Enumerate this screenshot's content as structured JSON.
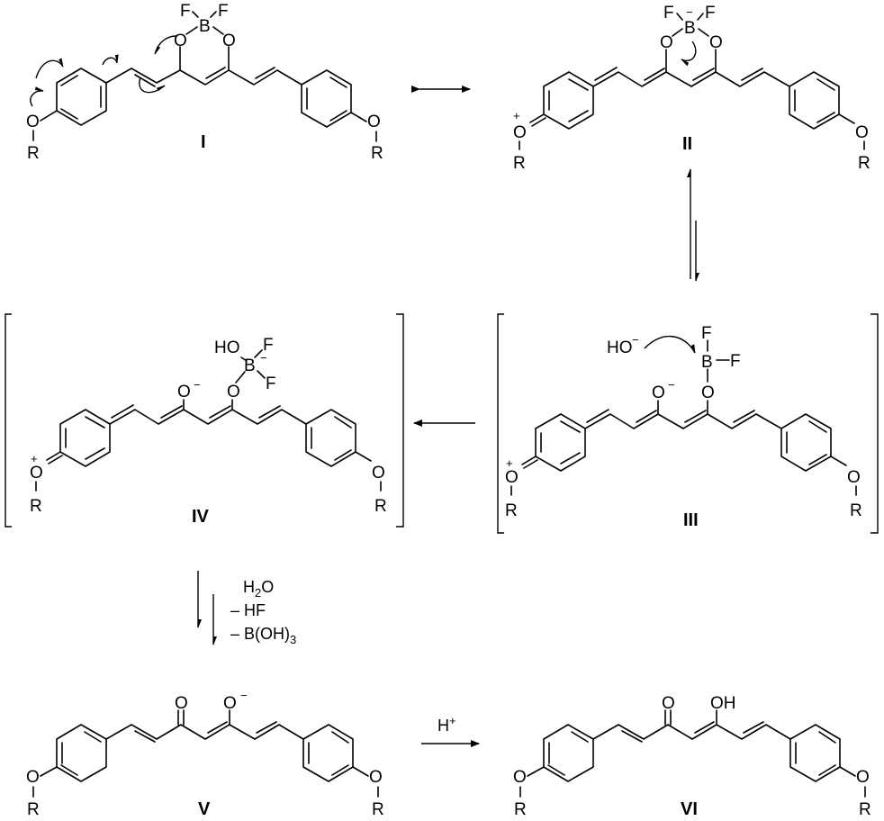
{
  "labels": {
    "I": "I",
    "II": "II",
    "III": "III",
    "IV": "IV",
    "V": "V",
    "VI": "VI"
  },
  "atoms": {
    "O": "O",
    "R": "R",
    "B": "B",
    "F": "F",
    "HO": "HO",
    "OH": "OH",
    "plus": "+",
    "minus": "−"
  },
  "reagents": {
    "hydroxide": "HO",
    "hydroxide_charge": "−",
    "proton": "H",
    "proton_charge": "+"
  },
  "conditions": {
    "line1_main": "H",
    "line1_sub": "2",
    "line1_tail": "O",
    "line2": "– HF",
    "line3_main": "– B(OH)",
    "line3_sub": "3"
  }
}
